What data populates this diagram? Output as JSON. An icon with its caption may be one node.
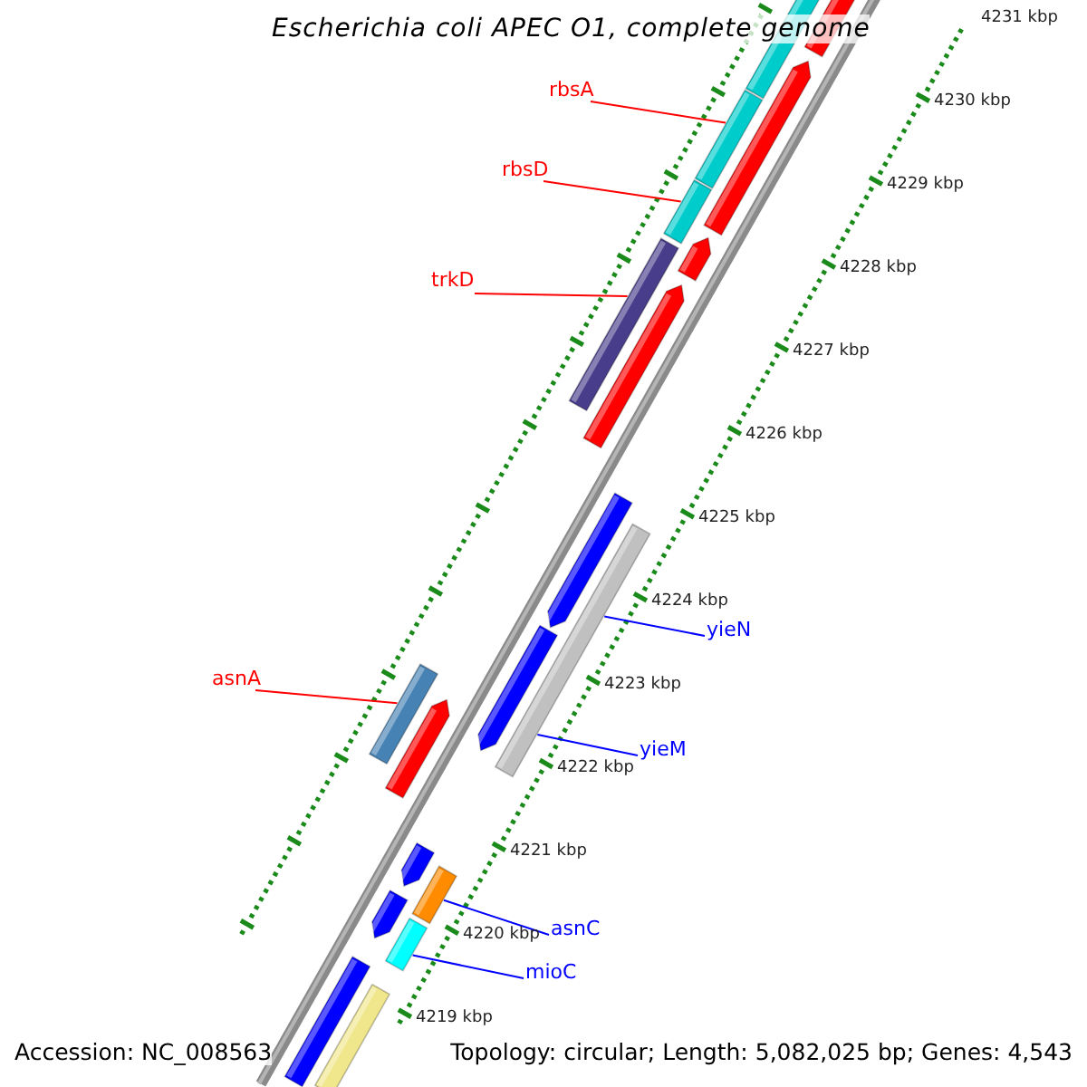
{
  "diagram": {
    "title": "Escherichia coli APEC O1, complete genome",
    "nodes": [
      {
        "text": [
          "rbsA"
        ]
      },
      {
        "text": [],
        "shape": "bar"
      },
      {
        "text": [
          "rbsD"
        ]
      },
      {
        "text": [],
        "shape": "bar"
      },
      {
        "text": [
          "trkD"
        ]
      },
      {
        "text": [],
        "shape": "bar"
      },
      {
        "text": [
          "yieN"
        ]
      },
      {
        "text": [],
        "shape": "bar"
      },
      {
        "text": [
          "yieM"
        ]
      },
      {
        "text": [
          "asnA"
        ]
      },
      {
        "text": [],
        "shape": "bar"
      },
      {
        "text": [
          "asnC"
        ]
      },
      {
        "text": [],
        "shape": "bar"
      },
      {
        "text": [
          "mioC"
        ]
      },
      {
        "text": [],
        "shape": "bar"
      }
    ],
    "edges": [
      {
        "from": 0,
        "to": 1,
        "arrow": "none",
        "color": "#ff0000"
      },
      {
        "from": 2,
        "to": 3,
        "arrow": "none",
        "color": "#ff0000"
      },
      {
        "from": 4,
        "to": 5,
        "arrow": "none",
        "color": "#ff0000"
      },
      {
        "from": 6,
        "to": 7,
        "arrow": "none",
        "color": "#0000ff"
      },
      {
        "from": 8,
        "to": 7,
        "arrow": "none",
        "color": "#0000ff"
      },
      {
        "from": 9,
        "to": 10,
        "arrow": "none",
        "color": "#ff0000"
      },
      {
        "from": 11,
        "to": 12,
        "arrow": "none",
        "color": "#0000ff"
      },
      {
        "from": 13,
        "to": 14,
        "arrow": "none",
        "color": "#0000ff"
      }
    ],
    "labels": [
      "4231 kbp",
      "4230 kbp",
      "4229 kbp",
      "4228 kbp",
      "4227 kbp",
      "4226 kbp",
      "4225 kbp",
      "4224 kbp",
      "4223 kbp",
      "4222 kbp",
      "4221 kbp",
      "4220 kbp",
      "4219 kbp",
      "Accession: NC_008563",
      "Topology: circular; Length: 5,082,025 bp; Genes: 4,543"
    ]
  }
}
